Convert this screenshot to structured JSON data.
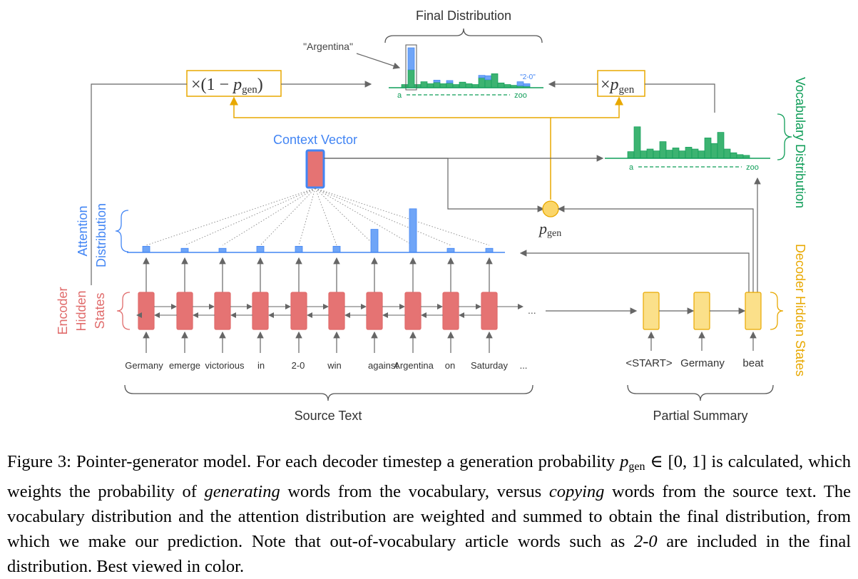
{
  "colors": {
    "encoder": "#e06b6b",
    "encoder_fill": "#e57373",
    "attention": "#4285f4",
    "attention_fill": "#6fa5f7",
    "vocab": "#0f9d58",
    "vocab_fill": "#3cb371",
    "decoder": "#e8a800",
    "decoder_fill": "#fbe08a",
    "line": "#666666"
  },
  "diagram": {
    "final_distribution_label": "Final Distribution",
    "argentina_label": "\"Argentina\"",
    "two_zero_label": "\"2-0\"",
    "axis_start": "a",
    "axis_end": "zoo",
    "vocab_axis_start": "a",
    "vocab_axis_end": "zoo",
    "context_vector_label": "Context Vector",
    "vocab_dist_label": "Vocabulary Distribution",
    "decoder_states_label": "Decoder Hidden States",
    "attention_label_1": "Attention",
    "attention_label_2": "Distribution",
    "encoder_label_1": "Encoder",
    "encoder_label_2": "Hidden",
    "encoder_label_3": "States",
    "source_text_label": "Source Text",
    "partial_summary_label": "Partial Summary",
    "ellipsis": "...",
    "pgen_p": "p",
    "pgen_sub": "gen",
    "times_one_minus_prefix": "×(1 − ",
    "times_one_minus_suffix": ")",
    "times_prefix": "×",
    "source_words": [
      "Germany",
      "emerge",
      "victorious",
      "in",
      "2-0",
      "win",
      "against",
      "Argentina",
      "on",
      "Saturday",
      "..."
    ],
    "summary_words": [
      "<START>",
      "Germany",
      "beat"
    ]
  },
  "chart_data": {
    "attention_distribution": {
      "type": "bar",
      "categories": [
        "Germany",
        "emerge",
        "victorious",
        "in",
        "2-0",
        "win",
        "against",
        "Argentina",
        "on",
        "Saturday"
      ],
      "values": [
        0.12,
        0.08,
        0.08,
        0.12,
        0.12,
        0.12,
        0.45,
        0.85,
        0.08,
        0.08
      ]
    },
    "vocabulary_distribution": {
      "type": "bar",
      "values": [
        0.18,
        0.85,
        0.2,
        0.25,
        0.2,
        0.45,
        0.22,
        0.28,
        0.2,
        0.3,
        0.25,
        0.2,
        0.55,
        0.4,
        0.7,
        0.25,
        0.15,
        0.1,
        0.08
      ]
    },
    "final_distribution": {
      "type": "bar",
      "green": [
        0.08,
        0.45,
        0.08,
        0.15,
        0.1,
        0.14,
        0.1,
        0.12,
        0.08,
        0.14,
        0.1,
        0.08,
        0.25,
        0.2,
        0.35,
        0.12,
        0.08,
        0.06,
        0.05,
        0.04
      ],
      "blue": [
        0,
        0.55,
        0,
        0,
        0,
        0.05,
        0,
        0.06,
        0,
        0,
        0,
        0,
        0.06,
        0.1,
        0,
        0,
        0,
        0,
        0.1,
        0.06
      ]
    }
  },
  "caption": {
    "fig": "Figure 3: Pointer-generator model. For each decoder timestep a generation probability ",
    "p": "p",
    "gen": "gen",
    "in_range": " ∈ [0, 1] is calculated, which weights the probability of ",
    "generating": "generating",
    "mid1": " words from the vocabulary, versus ",
    "copying": "copying",
    "mid2": " words from the source text. The vocabulary distribution and the attention distribution are weighted and summed to obtain the final distribution, from which we make our prediction. Note that out-of-vocabulary article words such as ",
    "two_zero": "2-0",
    "end": " are included in the final distribution. Best viewed in color."
  }
}
